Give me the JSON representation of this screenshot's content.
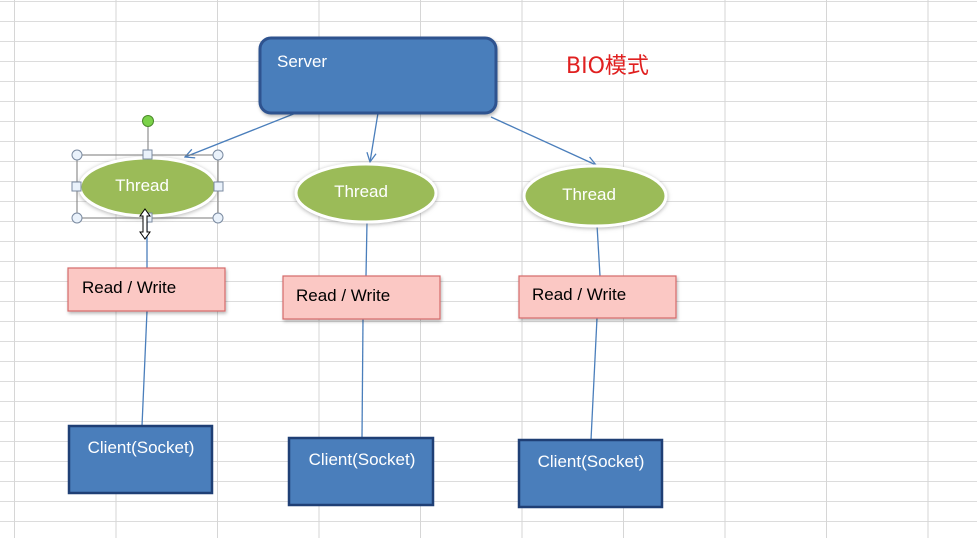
{
  "title": "BIO模式",
  "server": {
    "label": "Server"
  },
  "threads": [
    {
      "label": "Thread"
    },
    {
      "label": "Thread"
    },
    {
      "label": "Thread"
    }
  ],
  "read_write": [
    {
      "label": "Read / Write"
    },
    {
      "label": "Read / Write"
    },
    {
      "label": "Read / Write"
    }
  ],
  "clients": [
    {
      "label": "Client(Socket)"
    },
    {
      "label": "Client(Socket)"
    },
    {
      "label": "Client(Socket)"
    }
  ],
  "colors": {
    "server_fill": "#4a7ebb",
    "server_stroke": "#2f528f",
    "thread_fill": "#9bbb59",
    "rw_fill": "#fbc8c4",
    "rw_stroke": "#d46a6a",
    "client_fill": "#4a7ebb",
    "client_stroke": "#1f3f75",
    "connector": "#4a7ebb",
    "title": "#e02020"
  }
}
